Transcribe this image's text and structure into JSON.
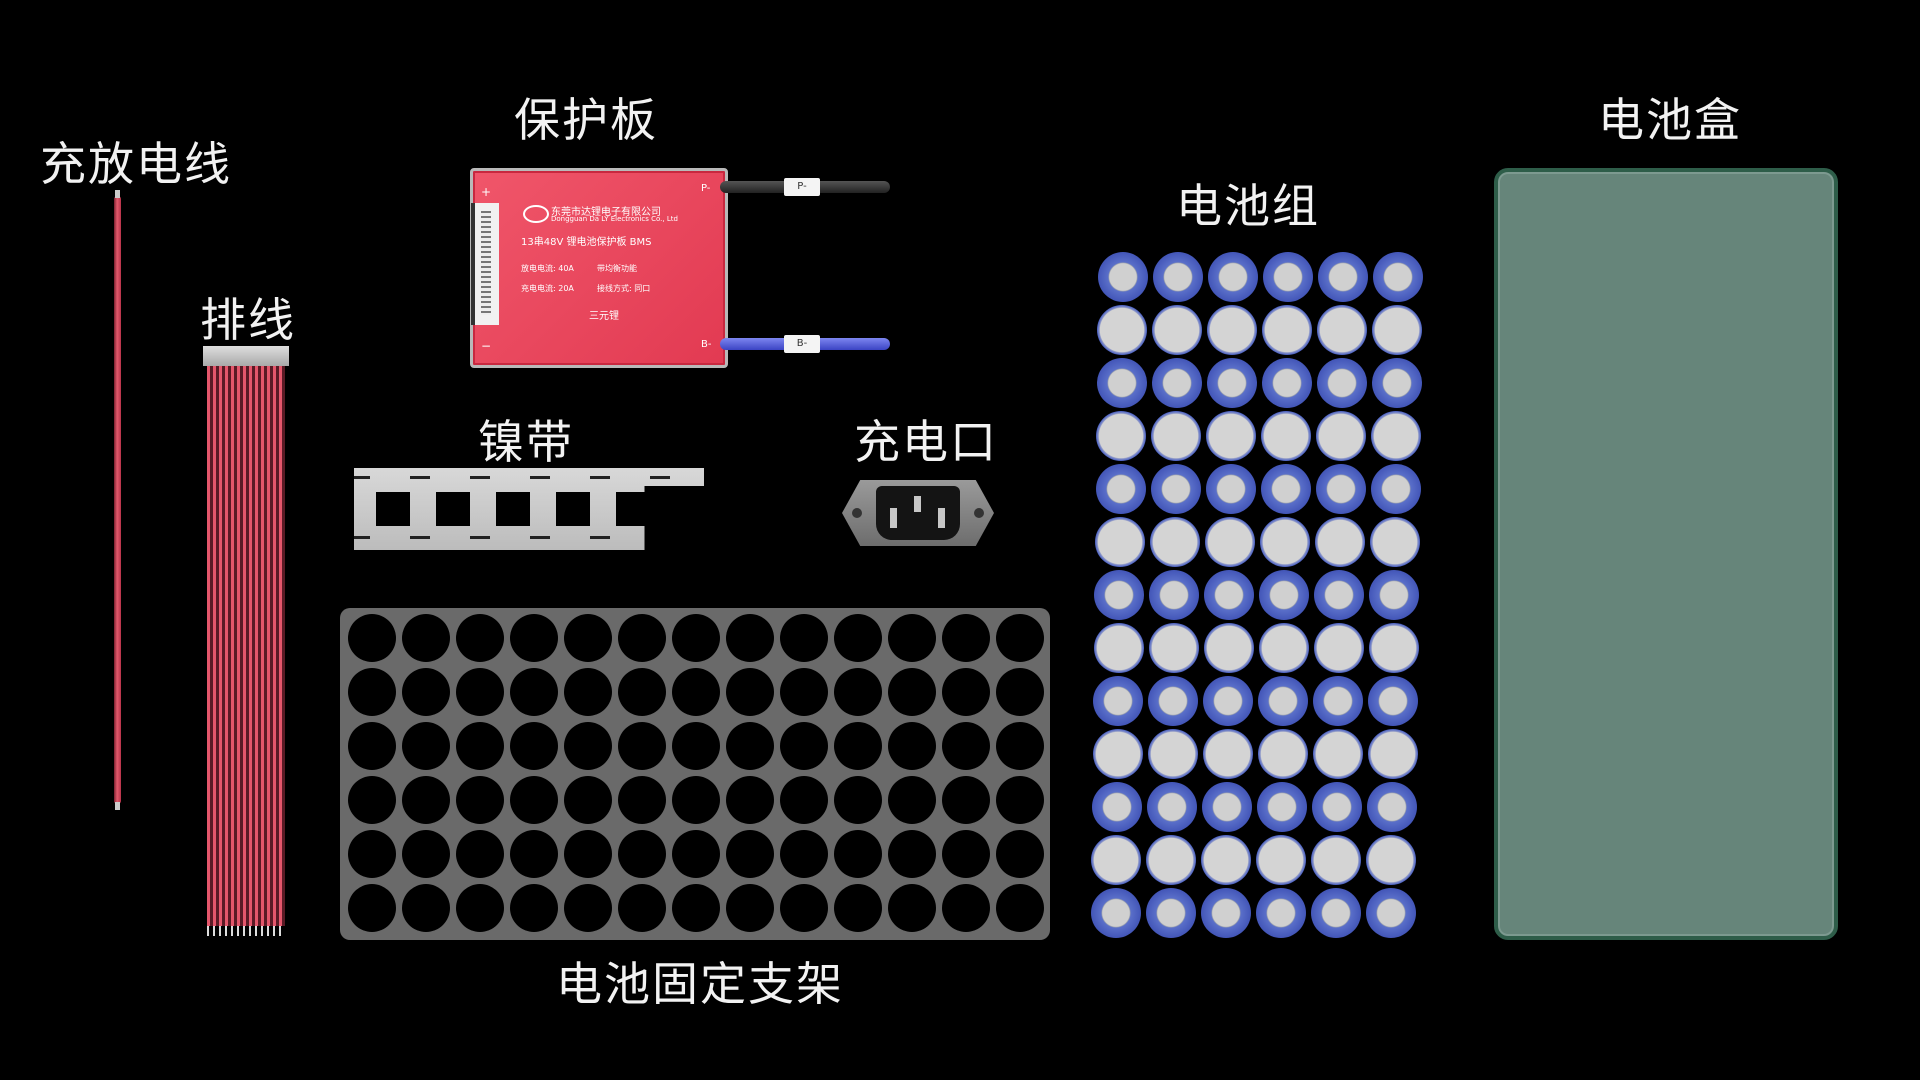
{
  "labels": {
    "wire": "充放电线",
    "ribbon": "排线",
    "bms": "保护板",
    "nickel": "镍带",
    "port": "充电口",
    "holder": "电池固定支架",
    "pack": "电池组",
    "box": "电池盒"
  },
  "bms": {
    "company_cn": "东莞市达锂电子有限公司",
    "company_en": "Dongguan Da LY Electronics Co., Ltd",
    "model": "13串48V  锂电池保护板  BMS",
    "discharge": "放电电流: 40A",
    "balance": "带均衡功能",
    "charge": "充电电流: 20A",
    "wiring": "接线方式: 同口",
    "chemistry": "三元锂",
    "plus": "+",
    "minus": "−",
    "p_minus": "P-",
    "b_minus": "B-",
    "lead_p": "P-",
    "lead_b": "B-"
  },
  "colors": {
    "board": "#e23a52",
    "box": "#66857a",
    "cell_ring": "#4356b8"
  },
  "holder": {
    "rows": 6,
    "cols": 13
  },
  "pack": {
    "rows": 13,
    "cols": 6
  }
}
